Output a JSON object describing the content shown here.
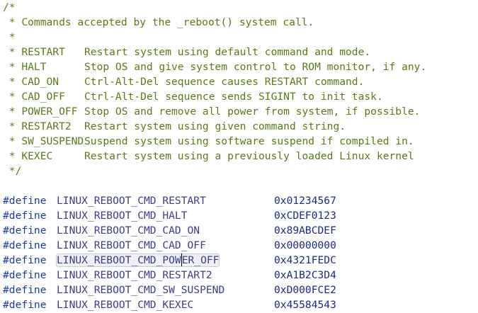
{
  "comment": {
    "open": "/*",
    "header": " * Commands accepted by the _reboot() system call.",
    "blank": " *",
    "close": " */",
    "entries": [
      {
        "name": " * RESTART",
        "desc": "Restart system using default command and mode."
      },
      {
        "name": " * HALT",
        "desc": "Stop OS and give system control to ROM monitor, if any."
      },
      {
        "name": " * CAD_ON",
        "desc": "Ctrl-Alt-Del sequence causes RESTART command."
      },
      {
        "name": " * CAD_OFF",
        "desc": "Ctrl-Alt-Del sequence sends SIGINT to init task."
      },
      {
        "name": " * POWER_OFF",
        "desc": "Stop OS and remove all power from system, if possible."
      },
      {
        "name": " * RESTART2",
        "desc": "Restart system using given command string."
      },
      {
        "name": " * SW_SUSPEND",
        "desc": "Suspend system using software suspend if compiled in."
      },
      {
        "name": " * KEXEC",
        "desc": "Restart system using a previously loaded Linux kernel"
      }
    ]
  },
  "defines": {
    "keyword": "#define",
    "items": [
      {
        "name": "LINUX_REBOOT_CMD_RESTART",
        "value": "0x01234567"
      },
      {
        "name": "LINUX_REBOOT_CMD_HALT",
        "value": "0xCDEF0123"
      },
      {
        "name": "LINUX_REBOOT_CMD_CAD_ON",
        "value": "0x89ABCDEF"
      },
      {
        "name": "LINUX_REBOOT_CMD_CAD_OFF",
        "value": "0x00000000"
      },
      {
        "name_before_cursor": "LINUX_REBOOT_CMD_POW",
        "name_after_cursor": "ER_OFF",
        "value": "0x4321FEDC"
      },
      {
        "name": "LINUX_REBOOT_CMD_RESTART2",
        "value": "0xA1B2C3D4"
      },
      {
        "name": "LINUX_REBOOT_CMD_SW_SUSPEND",
        "value": "0xD000FCE2"
      },
      {
        "name": "LINUX_REBOOT_CMD_KEXEC",
        "value": "0x45584543"
      }
    ]
  },
  "colors": {
    "comment": "#5a7a1a",
    "keyword": "#1a3aa8",
    "identifier": "#3d3d8a",
    "number": "#1a2a8a",
    "selection_highlight": "#eef0f6"
  }
}
